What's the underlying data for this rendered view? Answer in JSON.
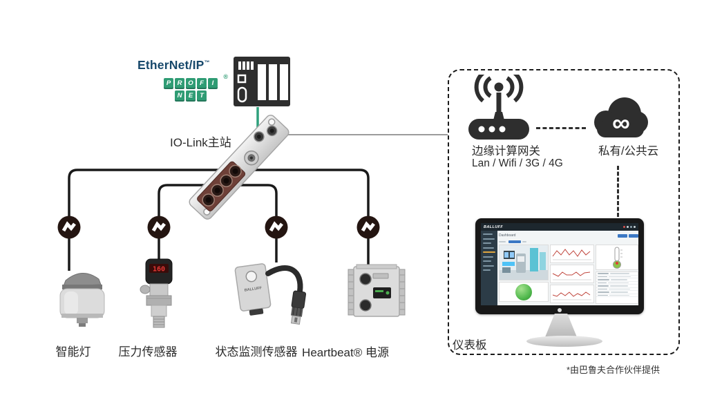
{
  "protocols": {
    "ethernet_ip": "EtherNet/IP",
    "trademark": "™",
    "profinet_letters": [
      "P",
      "R",
      "O",
      "F",
      "I",
      "N",
      "E",
      "T"
    ],
    "registered_mark": "®"
  },
  "nodes": {
    "io_link_master_label": "IO-Link主站",
    "edge_gateway_label": "边缘计算网关",
    "edge_gateway_sub": "Lan / Wifi / 3G / 4G",
    "cloud_label": "私有/公共云",
    "dashboard_label": "仪表板"
  },
  "devices": [
    {
      "label": "智能灯"
    },
    {
      "label": "压力传感器",
      "display_value": "160"
    },
    {
      "label": "状态监测传感器",
      "brand": "BALLUFF"
    },
    {
      "label": "Heartbeat® 电源"
    }
  ],
  "screen": {
    "brand": "BALLUFF",
    "title": "Dashboard"
  },
  "footnote": "*由巴鲁夫合作伙伴提供",
  "colors": {
    "ethernet_ip_navy": "#17486b",
    "profinet_green": "#2f9c74",
    "plc_green_line": "#2fa07c",
    "line_gray": "#9b9b9b",
    "line_black": "#1a1a1a",
    "icon_dark": "#2e2e2e",
    "chart_red": "#c0453c",
    "sphere_green": "#52b94e",
    "led_red": "#e53935"
  }
}
